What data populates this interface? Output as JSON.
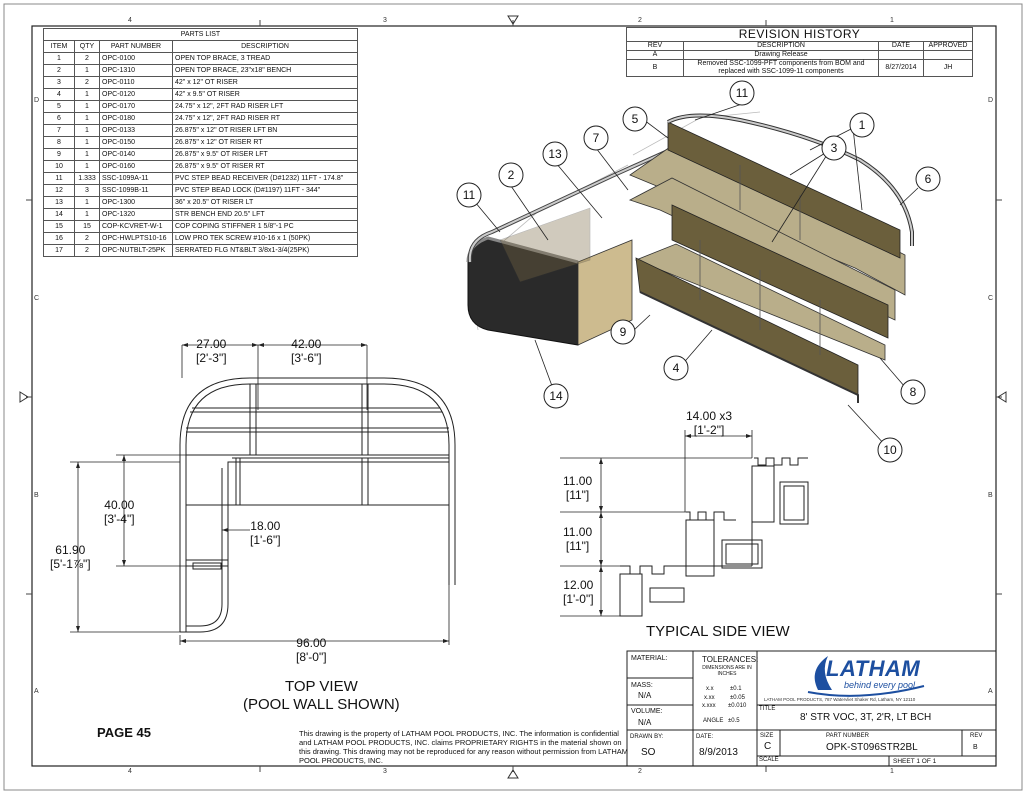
{
  "parts_list": {
    "caption": "PARTS LIST",
    "headers": [
      "ITEM",
      "QTY",
      "PART NUMBER",
      "DESCRIPTION"
    ],
    "rows": [
      [
        "1",
        "2",
        "OPC-0100",
        "OPEN TOP BRACE, 3 TREAD"
      ],
      [
        "2",
        "1",
        "OPC-1310",
        "OPEN TOP BRACE, 23\"x18\" BENCH"
      ],
      [
        "3",
        "2",
        "OPC-0110",
        "42\" x 12\" OT RISER"
      ],
      [
        "4",
        "1",
        "OPC-0120",
        "42\" x 9.5\" OT RISER"
      ],
      [
        "5",
        "1",
        "OPC-0170",
        "24.75\" x 12\", 2FT RAD RISER LFT"
      ],
      [
        "6",
        "1",
        "OPC-0180",
        "24.75\" x 12\", 2FT RAD RISER RT"
      ],
      [
        "7",
        "1",
        "OPC-0133",
        "26.875\" x 12\" OT RISER LFT BN"
      ],
      [
        "8",
        "1",
        "OPC-0150",
        "26.875\" x 12\" OT RISER RT"
      ],
      [
        "9",
        "1",
        "OPC-0140",
        "26.875\" x 9.5\" OT RISER LFT"
      ],
      [
        "10",
        "1",
        "OPC-0160",
        "26.875\" x 9.5\" OT RISER RT"
      ],
      [
        "11",
        "1.333",
        "SSC-1099A-11",
        "PVC STEP BEAD RECEIVER (D#1232) 11FT - 174.8\""
      ],
      [
        "12",
        "3",
        "SSC-1099B-11",
        "PVC STEP BEAD LOCK (D#1197) 11FT - 344\""
      ],
      [
        "13",
        "1",
        "OPC-1300",
        "36\" x 20.5\" OT RISER LT"
      ],
      [
        "14",
        "1",
        "OPC-1320",
        "STR BENCH END 20.5\" LFT"
      ],
      [
        "15",
        "15",
        "COP-KCVRET-W-1",
        "COP COPING STIFFNER 1 5/8\"-1 PC"
      ],
      [
        "16",
        "2",
        "OPC-HWLPTS10-16",
        "LOW PRO TEK SCREW #10-16 x 1 (50PK)"
      ],
      [
        "17",
        "2",
        "OPC-NUTBLT-25PK",
        "SERRATED FLG NT&BLT 3/8x1-3/4(25PK)"
      ]
    ]
  },
  "revision_history": {
    "title": "REVISION HISTORY",
    "headers": [
      "REV",
      "DESCRIPTION",
      "DATE",
      "APPROVED"
    ],
    "rows": [
      {
        "rev": "A",
        "description": "Drawing Release",
        "date": "",
        "approved": ""
      },
      {
        "rev": "B",
        "description": "Removed SSC-1099-PFT components from BOM and replaced with SSC-1099-11 components",
        "date": "8/27/2014",
        "approved": "JH"
      }
    ]
  },
  "top_view": {
    "title_line1": "TOP VIEW",
    "title_line2": "(POOL WALL SHOWN)",
    "dims": {
      "d27": {
        "value": "27.00",
        "ftin": "[2'-3\"]"
      },
      "d42": {
        "value": "42.00",
        "ftin": "[3'-6\"]"
      },
      "d40": {
        "value": "40.00",
        "ftin": "[3'-4\"]"
      },
      "d18": {
        "value": "18.00",
        "ftin": "[1'-6\"]"
      },
      "d61": {
        "value": "61.90",
        "ftin": "[5'-1⅞\"]"
      },
      "d96": {
        "value": "96.00",
        "ftin": "[8'-0\"]"
      }
    }
  },
  "side_view": {
    "title": "TYPICAL SIDE VIEW",
    "dims": {
      "d14": {
        "value": "14.00 x3",
        "ftin": "[1'-2\"]"
      },
      "d11a": {
        "value": "11.00",
        "ftin": "[11\"]"
      },
      "d11b": {
        "value": "11.00",
        "ftin": "[11\"]"
      },
      "d12": {
        "value": "12.00",
        "ftin": "[1'-0\"]"
      }
    }
  },
  "iso_balloons": [
    "11",
    "5",
    "7",
    "13",
    "2",
    "11",
    "1",
    "3",
    "6",
    "9",
    "4",
    "14",
    "8",
    "10"
  ],
  "page_label": "PAGE 45",
  "proprietary_notice": "This drawing is the property of LATHAM POOL PRODUCTS, INC. The information is confidential and LATHAM POOL PRODUCTS, INC. claims PROPRIETARY RIGHTS in the material shown on this drawing. This drawing may not be reproduced for any reason without permission from LATHAM POOL PRODUCTS, INC.",
  "title_block": {
    "material_label": "MATERIAL:",
    "mass_label": "MASS:",
    "mass_value": "N/A",
    "volume_label": "VOLUME:",
    "volume_value": "N/A",
    "tolerances_title": "TOLERANCES:",
    "tolerances_note": "DIMENSIONS ARE IN INCHES",
    "tol_x": "x.x",
    "tol_x_val": "±0.1",
    "tol_xx": "x.xx",
    "tol_xx_val": "±0.05",
    "tol_xxx": "x.xxx",
    "tol_xxx_val": "±0.010",
    "angle_label": "ANGLE",
    "angle_val": "±0.5",
    "company_logo": "LATHAM",
    "company_tagline": "behind every pool",
    "company_address": "LATHAM POOL PRODUCTS, 787 Watervliet Shaker Rd, Latham, NY 12110",
    "title_label": "TITLE",
    "title_value": "8' STR VOC, 3T, 2'R, LT BCH",
    "drawn_by_label": "DRAWN BY:",
    "drawn_by_value": "SO",
    "date_label": "DATE:",
    "date_value": "8/9/2013",
    "size_label": "SIZE",
    "size_value": "C",
    "part_number_label": "PART NUMBER",
    "part_number_value": "OPK-ST096STR2BL",
    "rev_label": "REV",
    "rev_value": "B",
    "scale_label": "SCALE",
    "sheet_label": "SHEET 1  OF 1"
  },
  "border_zones": {
    "top": [
      "4",
      "3",
      "2",
      "1"
    ],
    "bottom": [
      "4",
      "3",
      "2",
      "1"
    ],
    "left": [
      "D",
      "C",
      "B",
      "A"
    ],
    "right": [
      "D",
      "C",
      "B",
      "A"
    ]
  },
  "colors": {
    "panel_face": "#6b5f3c",
    "panel_top": "#b9ae8a",
    "bench_end": "#2a2a2a",
    "accent_blue": "#1d4fa0",
    "line": "#1a1a1a"
  }
}
